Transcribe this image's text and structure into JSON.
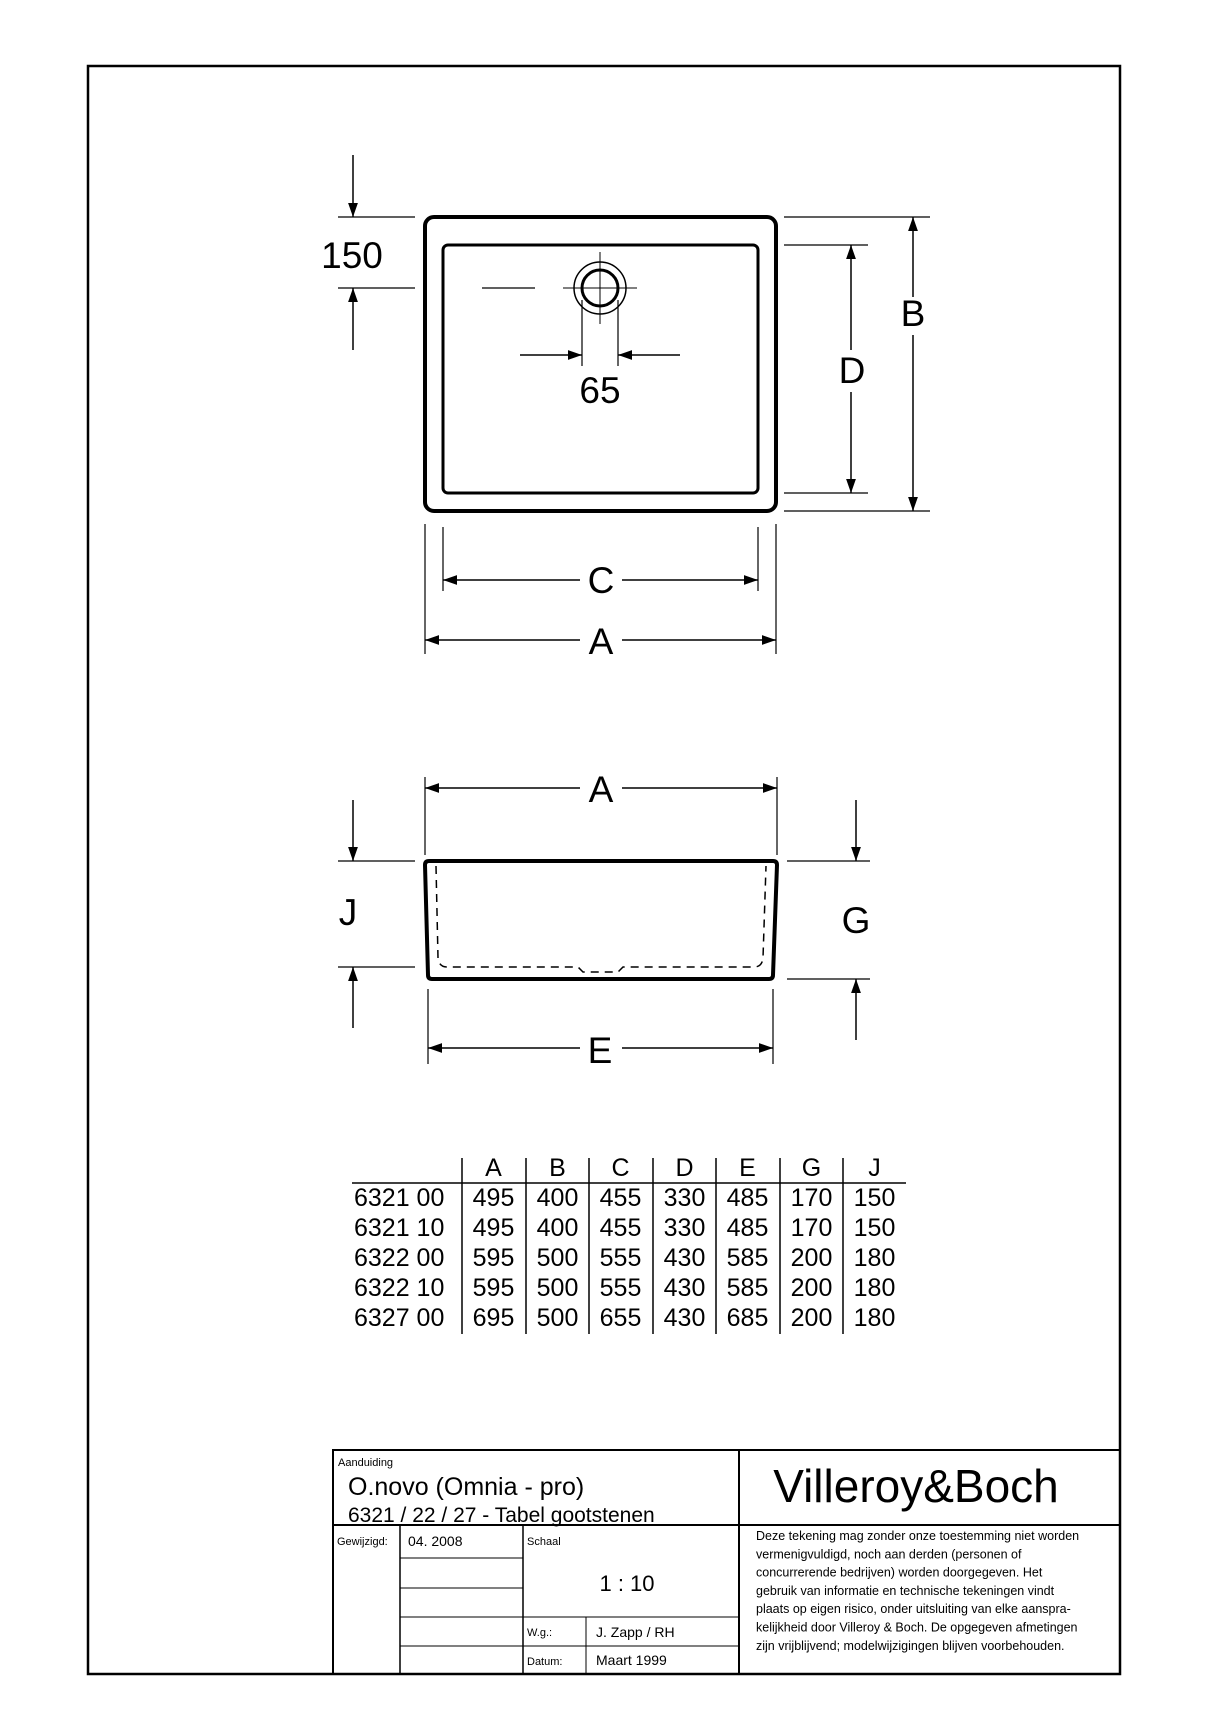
{
  "top_view": {
    "dim_150": "150",
    "dim_65": "65",
    "label_B": "B",
    "label_D": "D",
    "label_C": "C",
    "label_A": "A"
  },
  "side_view": {
    "label_A": "A",
    "label_J": "J",
    "label_G": "G",
    "label_E": "E"
  },
  "dimension_table": {
    "headers": [
      "A",
      "B",
      "C",
      "D",
      "E",
      "G",
      "J"
    ],
    "rows": [
      {
        "code": "6321 00",
        "values": [
          "495",
          "400",
          "455",
          "330",
          "485",
          "170",
          "150"
        ]
      },
      {
        "code": "6321 10",
        "values": [
          "495",
          "400",
          "455",
          "330",
          "485",
          "170",
          "150"
        ]
      },
      {
        "code": "6322 00",
        "values": [
          "595",
          "500",
          "555",
          "430",
          "585",
          "200",
          "180"
        ]
      },
      {
        "code": "6322 10",
        "values": [
          "595",
          "500",
          "555",
          "430",
          "585",
          "200",
          "180"
        ]
      },
      {
        "code": "6327 00",
        "values": [
          "695",
          "500",
          "655",
          "430",
          "685",
          "200",
          "180"
        ]
      }
    ]
  },
  "title_block": {
    "aanduiding_label": "Aanduiding",
    "product_name": "O.novo (Omnia - pro)",
    "product_subtitle": "6321 / 22 / 27 - Tabel gootstenen",
    "brand": "Villeroy&Boch",
    "gewijzigd_label": "Gewijzigd:",
    "gewijzigd_value": "04. 2008",
    "schaal_label": "Schaal",
    "schaal_value": "1 : 10",
    "wg_label": "W.g.:",
    "wg_value": "J. Zapp / RH",
    "datum_label": "Datum:",
    "datum_value": "Maart 1999",
    "disclaimer_lines": [
      "Deze tekening mag zonder onze toestemming niet worden",
      "vermenigvuldigd, noch aan derden  (personen of",
      "concurrerende bedrijven) worden doorgegeven. Het",
      "gebruik van informatie en technische tekeningen  vindt",
      "plaats op eigen risico, onder uitsluiting van elke aanspra-",
      "kelijkheid door Villeroy & Boch. De opgegeven afmetingen",
      "zijn vrijblijvend; modelwijzigingen blijven voorbehouden."
    ]
  }
}
